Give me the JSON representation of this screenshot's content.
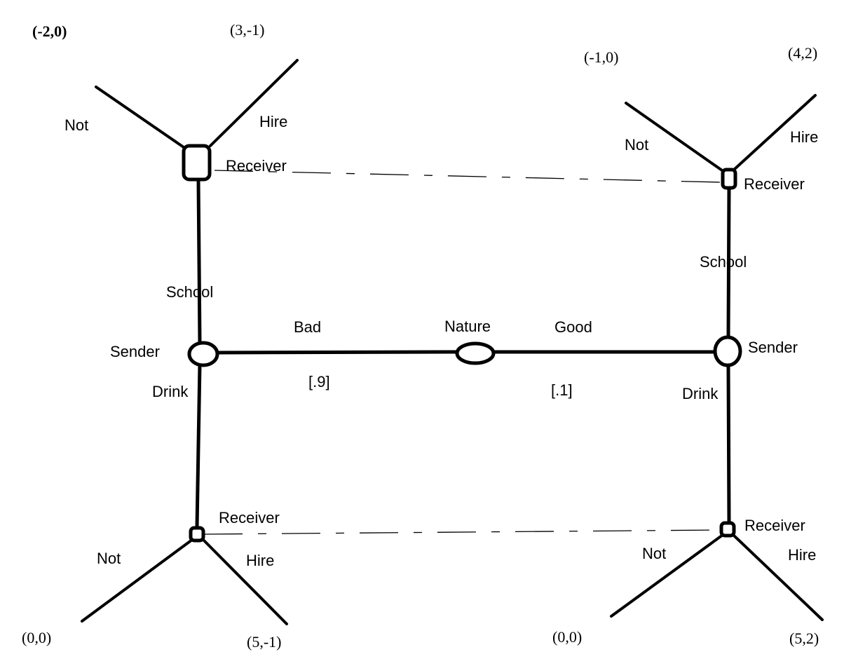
{
  "payoffs": {
    "bad_school_not": "(-2,0)",
    "bad_school_hire": "(3,-1)",
    "good_school_not": "(-1,0)",
    "good_school_hire": "(4,2)",
    "bad_drink_not": "(0,0)",
    "bad_drink_hire": "(5,-1)",
    "good_drink_not": "(0,0)",
    "good_drink_hire": "(5,2)"
  },
  "actions": {
    "not": "Not",
    "hire": "Hire",
    "school": "School",
    "drink": "Drink",
    "bad": "Bad",
    "good": "Good"
  },
  "players": {
    "receiver": "Receiver",
    "sender": "Sender",
    "nature": "Nature"
  },
  "probabilities": {
    "bad": "[.9]",
    "good": "[.1]"
  }
}
